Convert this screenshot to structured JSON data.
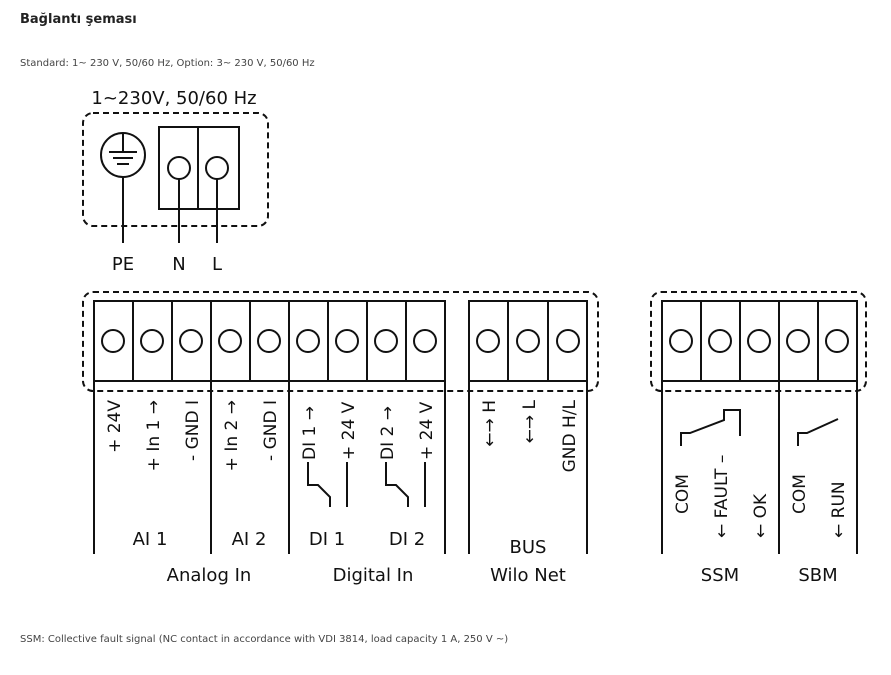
{
  "header": {
    "title": "Bağlantı şeması",
    "subtitle": "Standard: 1~ 230 V, 50/60 Hz, Option: 3~ 230 V, 50/60 Hz"
  },
  "power": {
    "label": "1~230V, 50/60 Hz",
    "terminals": [
      "PE",
      "N",
      "L"
    ]
  },
  "control": {
    "terminal_labels": [
      "+ 24V",
      "+ In 1 →",
      "- GND I",
      "+ In 2 →",
      "- GND I",
      "DI 1 →",
      "+ 24 V",
      "DI 2 →",
      "+ 24 V"
    ],
    "bus_labels": [
      "←→ H",
      "←→ L",
      "GND H/L"
    ],
    "groups": [
      "AI 1",
      "AI 2",
      "DI 1",
      "DI 2",
      "BUS"
    ],
    "sections": [
      "Analog In",
      "Digital In",
      "Wilo Net"
    ]
  },
  "relay": {
    "terminal_labels": [
      "COM",
      "← FAULT –",
      "← OK",
      "COM",
      "← RUN"
    ],
    "sections": [
      "SSM",
      "SBM"
    ]
  },
  "footnote": "SSM: Collective fault signal (NC contact in accordance with VDI 3814, load capacity 1 A, 250 V ~)"
}
